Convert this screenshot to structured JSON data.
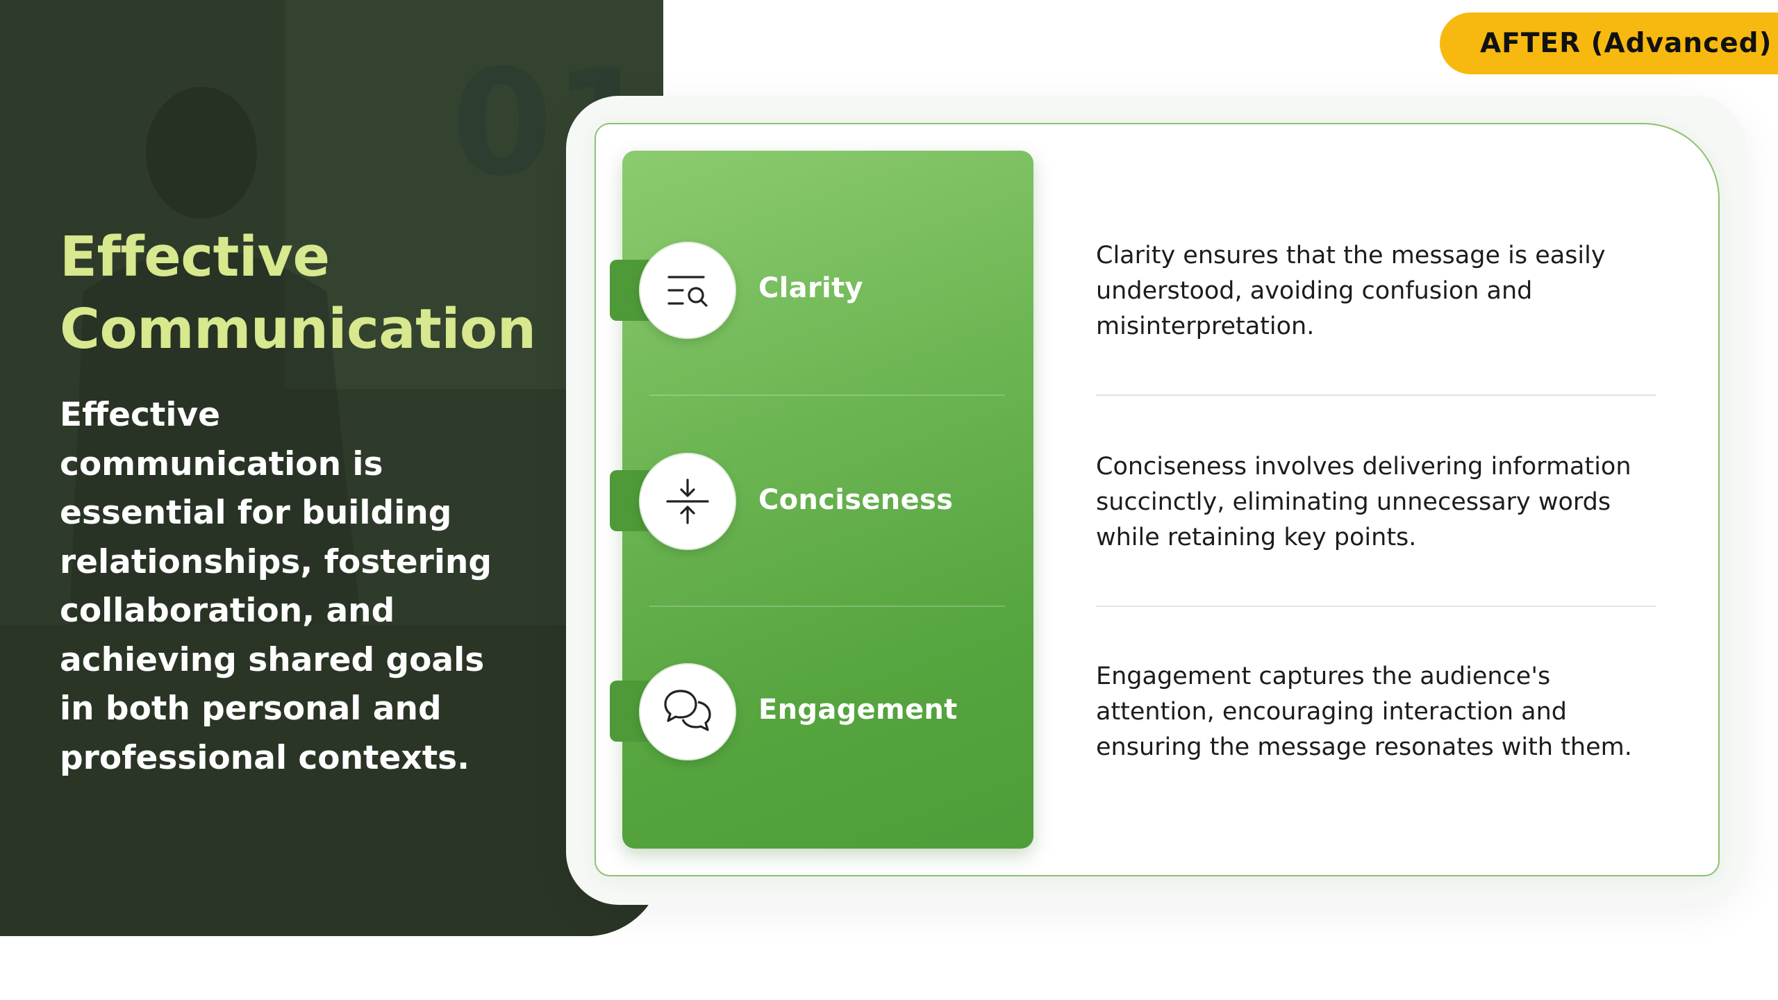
{
  "badge": {
    "label": "AFTER (Advanced)"
  },
  "hero": {
    "title_line1": "Effective",
    "title_line2": "Communication",
    "description": "Effective communication is essential for building relationships, fostering collaboration, and achieving shared goals in both personal and professional contexts."
  },
  "features": [
    {
      "label": "Clarity",
      "icon": "search-list-icon",
      "description": "Clarity ensures that the message is easily understood, avoiding confusion and misinterpretation."
    },
    {
      "label": "Conciseness",
      "icon": "compress-arrows-icon",
      "description": "Conciseness involves delivering information succinctly, eliminating unnecessary words while retaining key points."
    },
    {
      "label": "Engagement",
      "icon": "chat-bubbles-icon",
      "description": "Engagement captures the audience's attention, encouraging interaction and ensuring the message resonates with them."
    }
  ],
  "colors": {
    "accent_green": "#6cb553",
    "dark_panel": "#2f3a2b",
    "title_lime": "#d7e88e",
    "badge_yellow": "#f7b90f"
  }
}
